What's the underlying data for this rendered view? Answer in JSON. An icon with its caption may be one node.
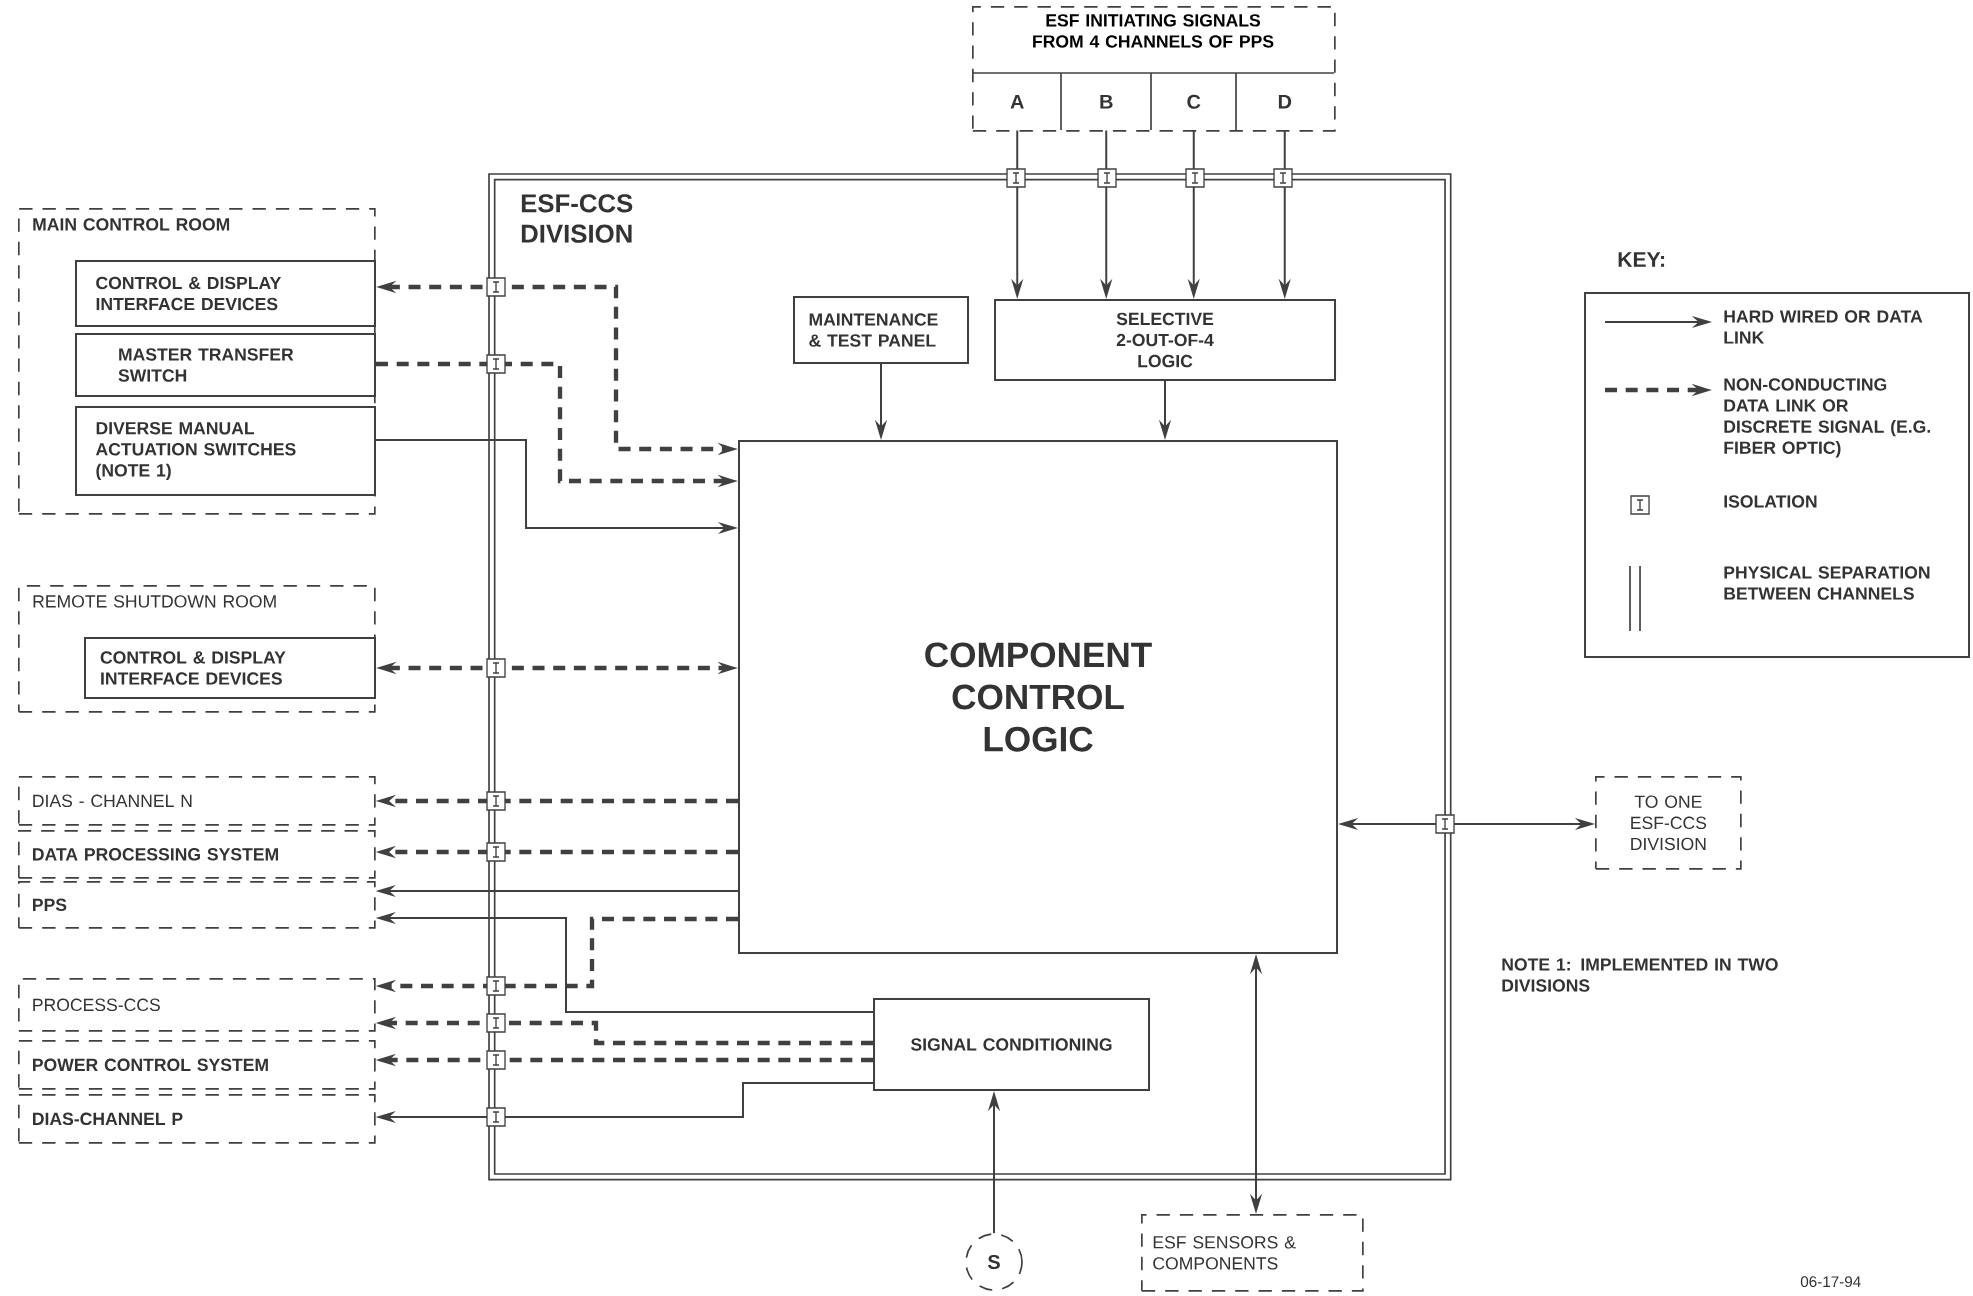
{
  "diagram": {
    "nodes": [
      {
        "text": [
          "ESF-CCS DIVISION"
        ]
      },
      {
        "text": [
          "ESF INITIATING SIGNALS FROM 4 CHANNELS OF PPS"
        ]
      },
      {
        "text": [
          "A"
        ],
        "in": 1
      },
      {
        "text": [
          "B"
        ],
        "in": 1
      },
      {
        "text": [
          "C"
        ],
        "in": 1
      },
      {
        "text": [
          "D"
        ],
        "in": 1
      },
      {
        "text": [
          "MAIN CONTROL ROOM"
        ]
      },
      {
        "text": [
          "CONTROL & DISPLAY INTERFACE DEVICES"
        ],
        "in": 6
      },
      {
        "text": [
          "MASTER TRANSFER SWITCH"
        ],
        "in": 6
      },
      {
        "text": [
          "DIVERSE MANUAL ACTUATION SWITCHES (NOTE 1)"
        ],
        "in": 6
      },
      {
        "text": [
          "REMOTE SHUTDOWN ROOM"
        ]
      },
      {
        "text": [
          "CONTROL & DISPLAY INTERFACE DEVICES"
        ],
        "in": 10
      },
      {
        "text": [
          "DIAS - CHANNEL N"
        ]
      },
      {
        "text": [
          "DATA PROCESSING SYSTEM"
        ]
      },
      {
        "text": [
          "PPS"
        ]
      },
      {
        "text": [
          "PROCESS-CCS"
        ]
      },
      {
        "text": [
          "POWER CONTROL SYSTEM"
        ]
      },
      {
        "text": [
          "DIAS-CHANNEL P"
        ]
      },
      {
        "text": [
          "MAINTENANCE & TEST PANEL"
        ],
        "in": 0
      },
      {
        "text": [
          "SELECTIVE 2-OUT-OF-4 LOGIC"
        ],
        "in": 0
      },
      {
        "text": [
          "COMPONENT CONTROL LOGIC"
        ],
        "in": 0
      },
      {
        "text": [
          "SIGNAL CONDITIONING"
        ],
        "in": 0
      },
      {
        "text": [
          "TO ONE ESF-CCS DIVISION"
        ]
      },
      {
        "text": [
          "S"
        ]
      },
      {
        "text": [
          "ESF SENSORS & COMPONENTS"
        ]
      }
    ],
    "edges": [
      {
        "from": 2,
        "to": 19,
        "arrow": "to"
      },
      {
        "from": 3,
        "to": 19,
        "arrow": "to"
      },
      {
        "from": 4,
        "to": 19,
        "arrow": "to"
      },
      {
        "from": 5,
        "to": 19,
        "arrow": "to"
      },
      {
        "from": 7,
        "to": 20,
        "arrow": "both",
        "style": "dashed"
      },
      {
        "from": 8,
        "to": 20,
        "arrow": "to",
        "style": "dashed"
      },
      {
        "from": 9,
        "to": 20,
        "arrow": "to"
      },
      {
        "from": 11,
        "to": 20,
        "arrow": "both",
        "style": "dashed"
      },
      {
        "from": 20,
        "to": 12,
        "arrow": "to",
        "style": "dashed"
      },
      {
        "from": 20,
        "to": 13,
        "arrow": "to",
        "style": "dashed"
      },
      {
        "from": 20,
        "to": 14,
        "arrow": "to"
      },
      {
        "from": 21,
        "to": 14,
        "arrow": "to"
      },
      {
        "from": 20,
        "to": 15,
        "arrow": "to",
        "style": "dashed"
      },
      {
        "from": 21,
        "to": 15,
        "arrow": "to",
        "style": "dashed"
      },
      {
        "from": 21,
        "to": 16,
        "arrow": "to",
        "style": "dashed"
      },
      {
        "from": 21,
        "to": 17,
        "arrow": "to"
      },
      {
        "from": 23,
        "to": 21,
        "arrow": "to"
      },
      {
        "from": 24,
        "to": 20,
        "arrow": "both"
      },
      {
        "from": 18,
        "to": 20,
        "arrow": "to"
      },
      {
        "from": 19,
        "to": 20,
        "arrow": "to"
      },
      {
        "from": 20,
        "to": 22,
        "arrow": "both"
      }
    ],
    "labels": [
      "KEY:",
      "NOTE 1: IMPLEMENTED IN TWO DIVISIONS",
      "06-17-94"
    ],
    "legend": [
      {
        "text": "HARD WIRED OR DATA LINK"
      },
      {
        "text": "NON-CONDUCTING DATA LINK OR DISCRETE SIGNAL (E.G. FIBER OPTIC)"
      },
      {
        "text": "ISOLATION"
      },
      {
        "text": "PHYSICAL SEPARATION BETWEEN CHANNELS"
      }
    ]
  }
}
